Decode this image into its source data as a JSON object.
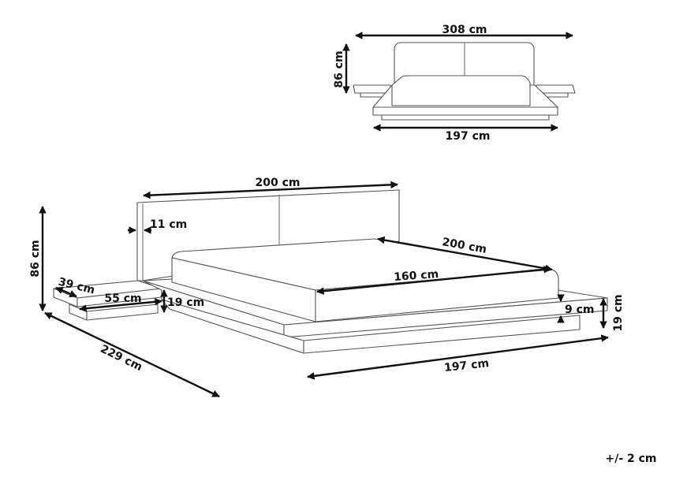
{
  "front_view": {
    "width_label": "308 cm",
    "height_label": "86 cm",
    "base_width_label": "197 cm"
  },
  "perspective_view": {
    "headboard_width_label": "200 cm",
    "headboard_thickness_label": "11 cm",
    "total_height_label": "86 cm",
    "total_length_label": "229 cm",
    "nightstand_depth_label": "39 cm",
    "nightstand_width_label": "55 cm",
    "nightstand_height_label": "19 cm",
    "mattress_length_label": "200 cm",
    "mattress_width_label": "160 cm",
    "platform_step_label": "9 cm",
    "platform_height_label": "19 cm",
    "platform_width_label": "197 cm"
  },
  "tolerance_label": "+/- 2 cm",
  "colors": {
    "line": "#555555",
    "dimension": "#111111",
    "background": "#ffffff"
  }
}
